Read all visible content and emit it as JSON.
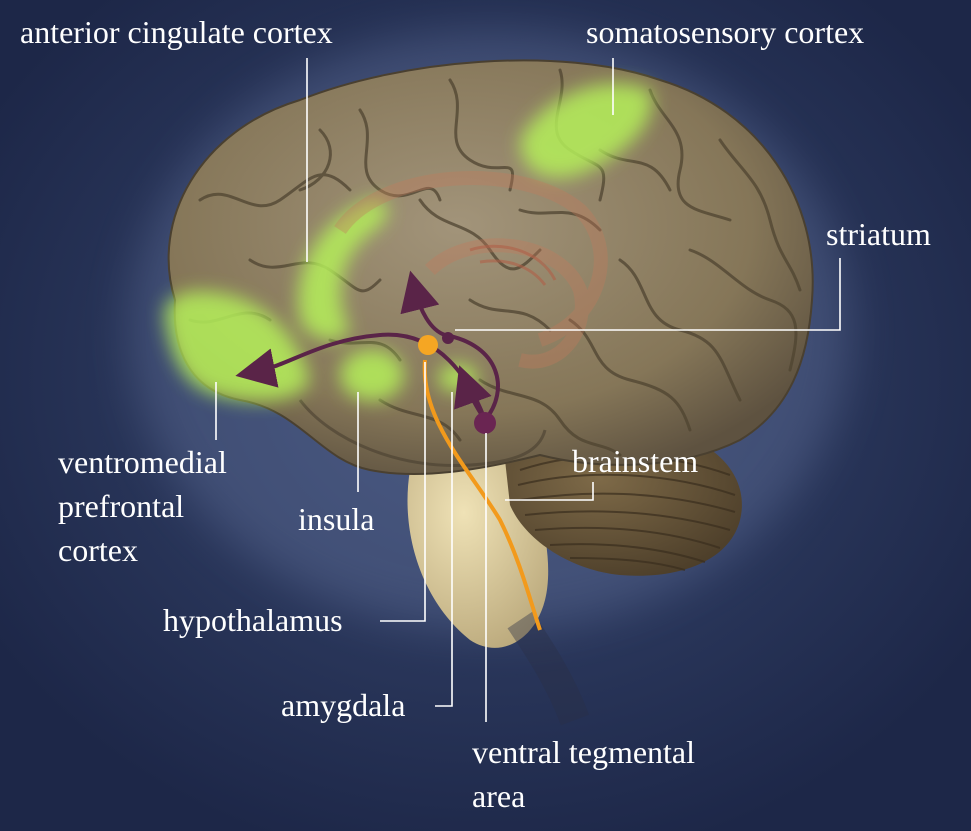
{
  "labels": {
    "anterior_cingulate": "anterior cingulate cortex",
    "somatosensory": "somatosensory cortex",
    "striatum": "striatum",
    "vmpfc": [
      "ventromedial",
      "prefrontal",
      "cortex"
    ],
    "insula": "insula",
    "brainstem": "brainstem",
    "hypothalamus": "hypothalamus",
    "amygdala": "amygdala",
    "vta": [
      "ventral tegmental",
      "area"
    ]
  },
  "colors": {
    "background": "#1f2a4c",
    "brain": "#8c7d5f",
    "highlight_region": "#b5f05a",
    "pathway": "#5a2448",
    "dopamine_path": "#f29a1c",
    "hypothalamus_node": "#f5a623",
    "leader_line": "#ffffff",
    "label_text": "#ffffff"
  }
}
